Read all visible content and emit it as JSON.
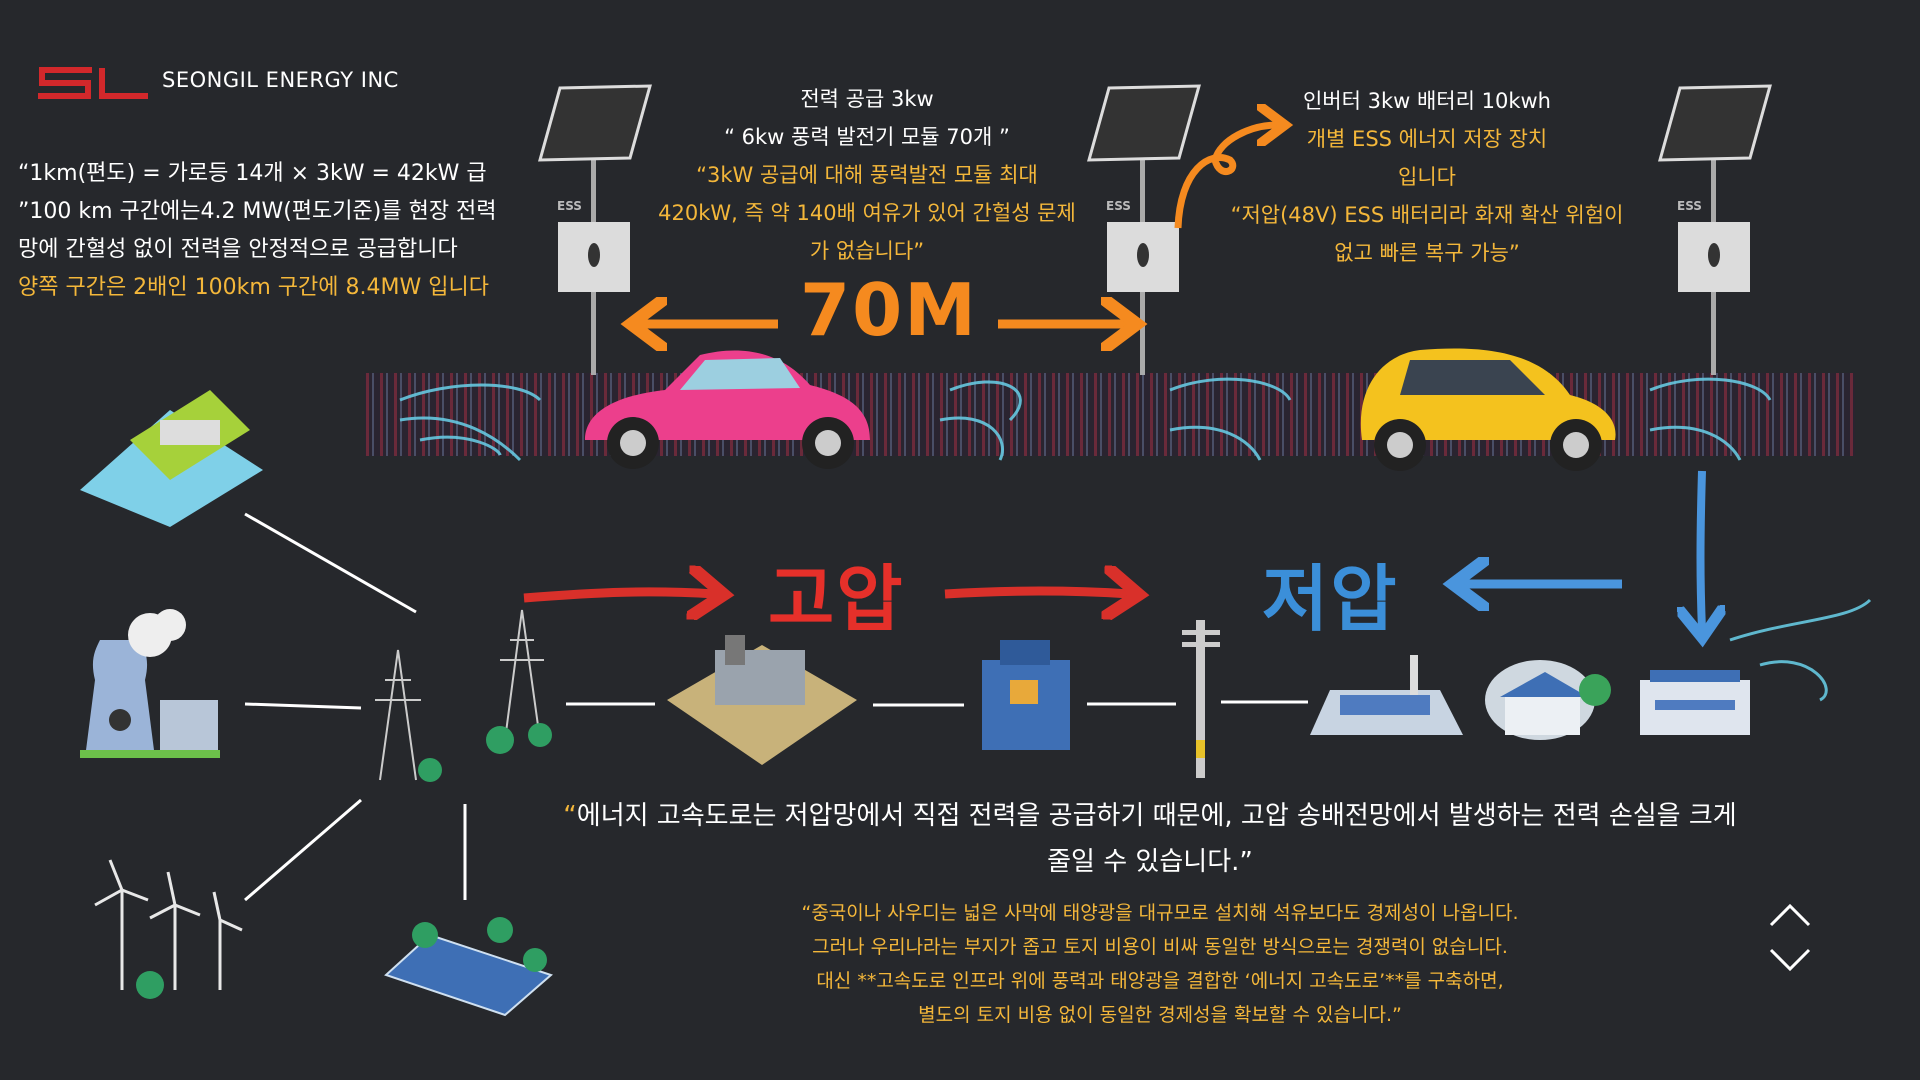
{
  "brand": {
    "logo_mark": "SL",
    "name": "SEONGIL ENERGY INC",
    "color": "#d2282b"
  },
  "left_text": {
    "lines": [
      "“1km(편도) = 가로등 14개 × 3kW = 42kW 급",
      "”100 km 구간에는4.2 MW(편도기준)를 현장 전력",
      "망에  간혈성 없이 전력을 안정적으로 공급합니다"
    ],
    "highlight": "양쪽 구간은 2배인 100km 구간에 8.4MW 입니다"
  },
  "center_block": {
    "white": [
      "전력 공급 3kw",
      "“  6kw 풍력 발전기 모듈 70개 ”"
    ],
    "yellow": [
      "“3kW 공급에 대해 풍력발전 모듈 최대",
      "420kW, 즉 약 140배 여유가 있어 간헐성 문제",
      "가 없습니다”"
    ]
  },
  "right_block": {
    "white": [
      "인버터 3kw 배터리 10kwh"
    ],
    "yellow": [
      "개별 ESS 에너지 저장 장치",
      "입니다",
      "“저압(48V) ESS 배터리라 화재 확산 위험이",
      "없고 빠른 복구 가능”"
    ]
  },
  "labels": {
    "distance": "70M",
    "high_voltage": "고압",
    "low_voltage": "저압",
    "ess": "ESS"
  },
  "main_quote": {
    "open": "“",
    "line1": "에너지 고속도로는 저압망에서 직접 전력을 공급하기 때문에, 고압 송배전망에서 발생하는 전력 손실을 크게",
    "line2": "줄일 수 있습니다.”"
  },
  "sub_quote": [
    "“중국이나 사우디는 넓은 사막에 태양광을 대규모로 설치해 석유보다도 경제성이 나옵니다.",
    "그러나 우리나라는 부지가 좁고 토지 비용이 비싸 동일한 방식으로는 경쟁력이 없습니다.",
    "대신 **고속도로 인프라 위에 풍력과 태양광을 결합한 ‘에너지 고속도로’**를 구축하면,",
    "별도의 토지 비용 없이 동일한 경제성을 확보할 수 있습니다.”"
  ],
  "colors": {
    "background": "#26282c",
    "yellow": "#f4b73a",
    "orange": "#f58a1f",
    "red": "#e6302a",
    "blue": "#3b8fd9"
  },
  "nav": {
    "up": "chevron-up-icon",
    "down": "chevron-down-icon"
  }
}
